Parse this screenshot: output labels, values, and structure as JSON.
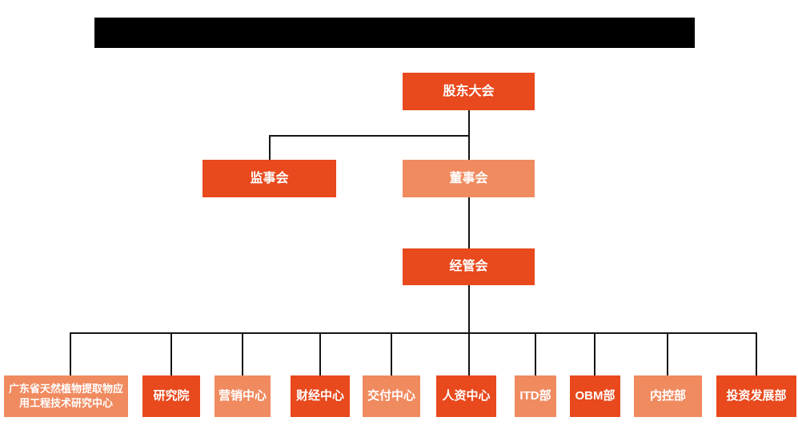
{
  "colors": {
    "primary": "#E8491D",
    "secondary": "#F08A5F",
    "line": "#141414",
    "node_text": "#FFFFFF",
    "background": "#FFFFFF",
    "redacted_bar": "#000000"
  },
  "header": {
    "redacted_title": ""
  },
  "org_chart": {
    "nodes": {
      "shareholders": {
        "label": "股东大会",
        "variant": "primary"
      },
      "supervisory": {
        "label": "监事会",
        "variant": "primary"
      },
      "board": {
        "label": "董事会",
        "variant": "secondary"
      },
      "management": {
        "label": "经管会",
        "variant": "primary"
      },
      "departments": [
        {
          "label": "广东省天然植物提取物应用工程技术研究中心",
          "variant": "secondary"
        },
        {
          "label": "研究院",
          "variant": "primary"
        },
        {
          "label": "营销中心",
          "variant": "secondary"
        },
        {
          "label": "财经中心",
          "variant": "primary"
        },
        {
          "label": "交付中心",
          "variant": "secondary"
        },
        {
          "label": "人资中心",
          "variant": "primary"
        },
        {
          "label": "ITD部",
          "variant": "secondary"
        },
        {
          "label": "OBM部",
          "variant": "primary"
        },
        {
          "label": "内控部",
          "variant": "secondary"
        },
        {
          "label": "投资发展部",
          "variant": "primary"
        }
      ]
    }
  }
}
